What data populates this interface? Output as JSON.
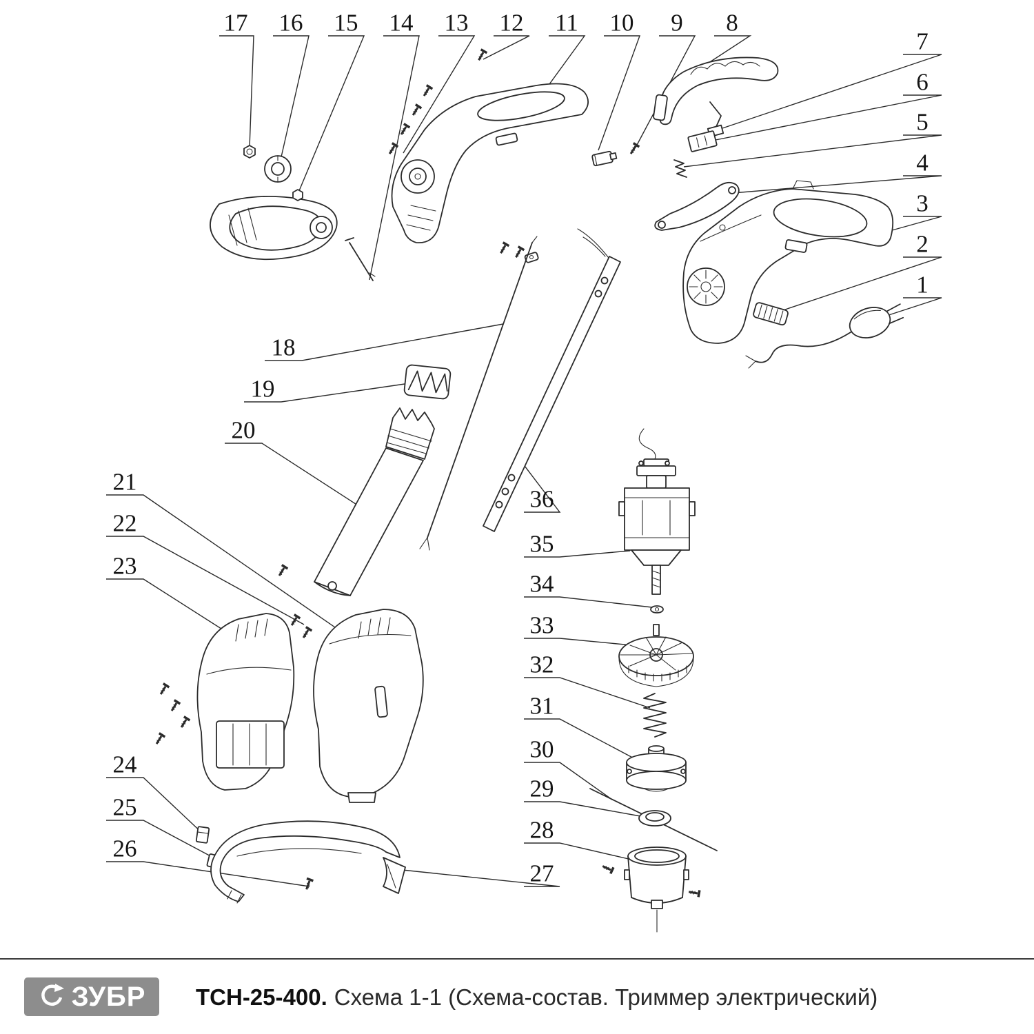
{
  "diagram": {
    "parts": [
      "1",
      "2",
      "3",
      "4",
      "5",
      "6",
      "7",
      "8",
      "9",
      "10",
      "11",
      "12",
      "13",
      "14",
      "15",
      "16",
      "17",
      "18",
      "19",
      "20",
      "21",
      "22",
      "23",
      "24",
      "25",
      "26",
      "27",
      "28",
      "29",
      "30",
      "31",
      "32",
      "33",
      "34",
      "35",
      "36"
    ]
  },
  "footer": {
    "logo_text": "ЗУБР",
    "model": "ТСН-25-400.",
    "subtitle": "Схема 1-1 (Схема-состав. Триммер электрический)"
  },
  "colors": {
    "line": "#2b2b2b",
    "logo_background": "#8d8d8d",
    "logo_text": "#ffffff"
  }
}
